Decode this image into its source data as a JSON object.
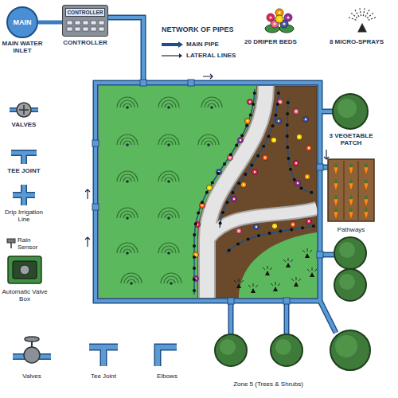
{
  "diagram": {
    "nodes": [
      {
        "text": [
          "MAIN",
          "MAIN WATER INLET"
        ]
      },
      {
        "text": [
          "CONTROLLER",
          "CONTROLLER"
        ]
      }
    ],
    "edges": [
      {
        "from": 0,
        "to": 1,
        "arrow": "none"
      }
    ],
    "labels": [
      "NETWORK OF PIPES",
      "20 DRIPER BEDS",
      "8 MICRO-SPRAYS",
      "VALVES",
      "TEE JOINT",
      "Drip Irrigation Line",
      "Rain Sensor",
      "Automatic Valve Box",
      "3 VEGETABLE PATCH",
      "Pathways",
      "Valves",
      "Tee Joint",
      "Elbows",
      "Zone 5 (Trees & Shrubs)"
    ],
    "legend": [
      {
        "text": "MAIN PIPE"
      },
      {
        "text": "LATERAL LINES"
      }
    ]
  }
}
